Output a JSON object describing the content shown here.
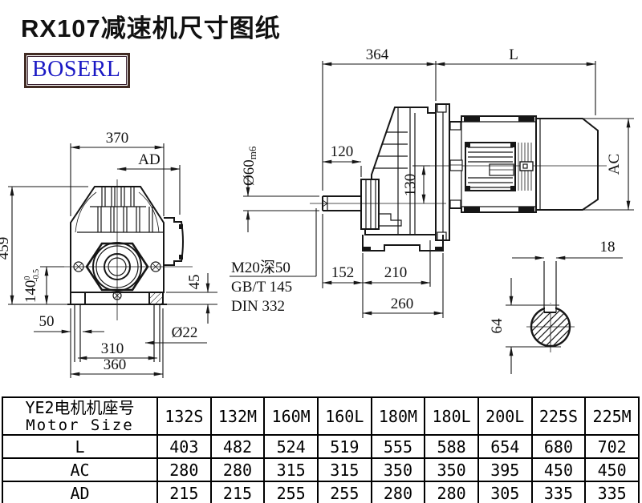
{
  "header": {
    "title": "RX107减速机尺寸图纸",
    "logo_text": "BOSERL"
  },
  "colors": {
    "line": "#161616",
    "logo_text": "#1a18c4",
    "logo_border": "#412b23",
    "table_border": "#000000"
  },
  "front_view": {
    "dim_width": "370",
    "dim_ad": "AD",
    "dim_height": "459",
    "dim_shaft_height": "140",
    "dim_shaft_height_sup": "0",
    "dim_shaft_height_sub": "-0.5",
    "dim_foot_height": "45",
    "dim_foot_offset": "50",
    "dim_bolt_span": "310",
    "dim_base_width": "360",
    "dim_hole_dia": "Ø22"
  },
  "side_view": {
    "dim_gearbox_len": "364",
    "dim_motor_len": "L",
    "dim_motor_dia": "AC",
    "dim_shaft_len": "120",
    "dim_shaft_dia": "Ø60",
    "dim_shaft_fit": "m6",
    "dim_axis_offset": "130",
    "dim_front_len": "152",
    "dim_mid_len": "210",
    "dim_base_len": "260",
    "notes": [
      "M20深50",
      "GB/T 145",
      "DIN 332"
    ]
  },
  "shaft_section": {
    "dim_key_width": "18",
    "dim_key_depth": "64"
  },
  "spec_table": {
    "header_line1": "YE2电机机座号",
    "header_line2": "Motor Size",
    "columns": [
      "132S",
      "132M",
      "160M",
      "160L",
      "180M",
      "180L",
      "200L",
      "225S",
      "225M"
    ],
    "rows": [
      {
        "label": "L",
        "values": [
          "403",
          "482",
          "524",
          "519",
          "555",
          "588",
          "654",
          "680",
          "702"
        ]
      },
      {
        "label": "AC",
        "values": [
          "280",
          "280",
          "315",
          "315",
          "350",
          "350",
          "395",
          "450",
          "450"
        ]
      },
      {
        "label": "AD",
        "values": [
          "215",
          "215",
          "255",
          "255",
          "280",
          "280",
          "305",
          "335",
          "335"
        ]
      }
    ]
  }
}
